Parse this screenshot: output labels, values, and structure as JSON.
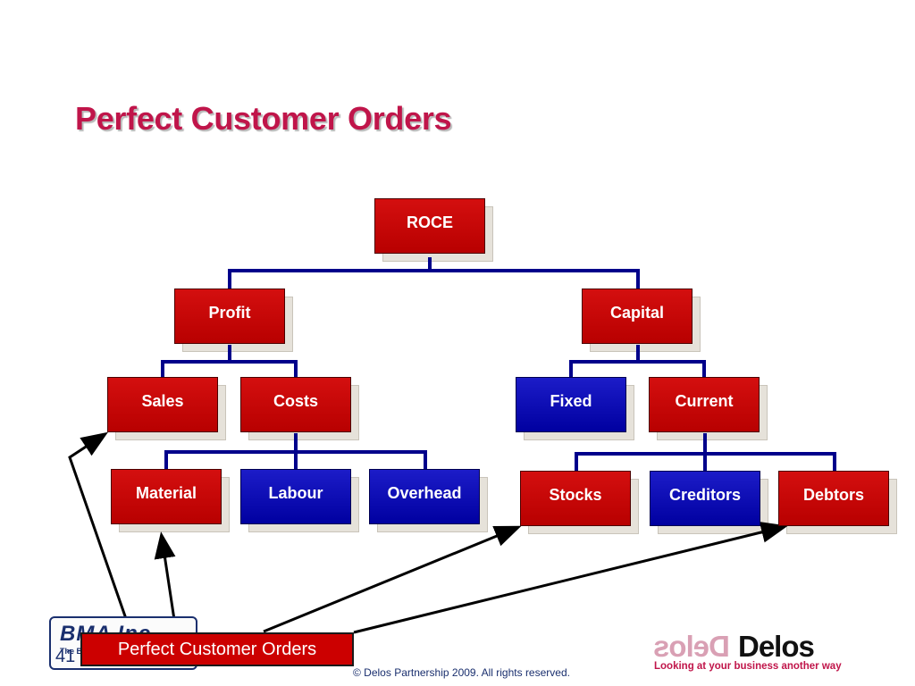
{
  "title": "Perfect Customer Orders",
  "colors": {
    "title": "#c0154a",
    "box_red": "#c80000",
    "box_blue": "#0000b0",
    "connector": "#00008b",
    "arrow": "#000000"
  },
  "nodes": {
    "roce": "ROCE",
    "profit": "Profit",
    "capital": "Capital",
    "sales": "Sales",
    "costs": "Costs",
    "fixed": "Fixed",
    "current": "Current",
    "material": "Material",
    "labour": "Labour",
    "overhead": "Overhead",
    "stocks": "Stocks",
    "creditors": "Creditors",
    "debtors": "Debtors"
  },
  "callout": "Perfect Customer Orders",
  "page_number": "41",
  "bma_logo": {
    "text": "BMA Inc",
    "sub": "The Bus"
  },
  "delos_logo": {
    "mirror": "Delos",
    "name": "Delos",
    "tagline": "Looking at your business another way"
  },
  "footer": "© Delos Partnership 2009.  All rights reserved."
}
